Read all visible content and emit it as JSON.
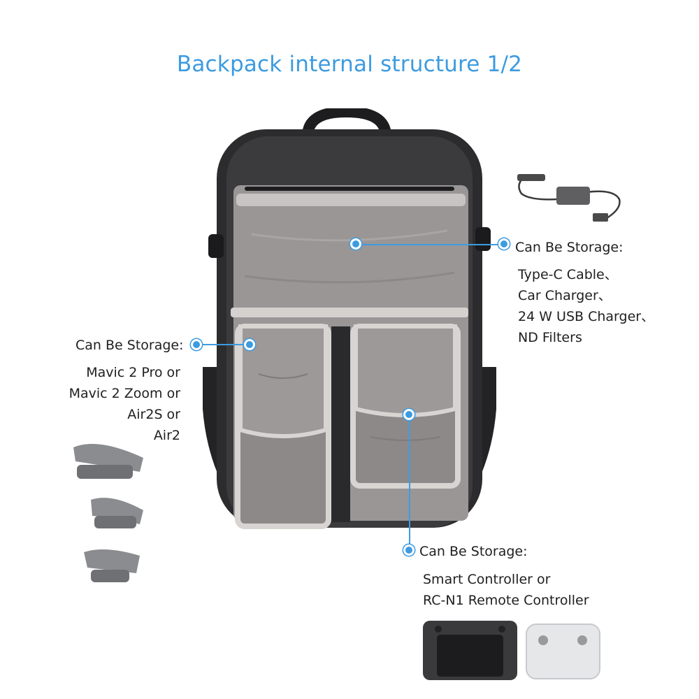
{
  "page": {
    "title": "Backpack internal structure 1/2"
  },
  "callouts": {
    "top_right": {
      "heading": "Can Be Storage:",
      "items": [
        "Type-C Cable、",
        "Car Charger、",
        "24 W USB Charger、",
        "ND Filters"
      ]
    },
    "left": {
      "heading": "Can Be Storage:",
      "items": [
        "Mavic 2 Pro or",
        "Mavic 2 Zoom or",
        "Air2S or",
        "Air2"
      ]
    },
    "bottom": {
      "heading": "Can Be Storage:",
      "items": [
        "Smart Controller or",
        "RC-N1 Remote Controller"
      ]
    }
  },
  "colors": {
    "accent": "#3d9be0",
    "lining": "#9a9696",
    "shell": "#2a2a2c"
  }
}
